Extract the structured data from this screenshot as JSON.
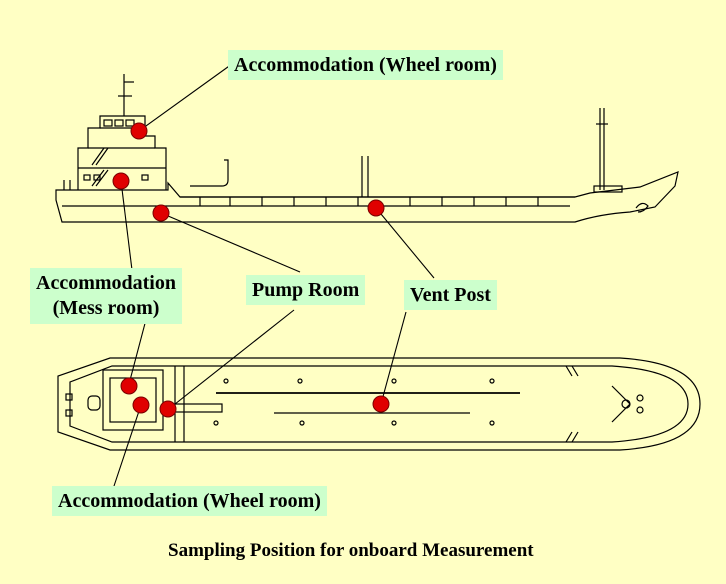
{
  "labels": {
    "wheel_room_top": "Accommodation (Wheel room)",
    "mess_room_line1": "Accommodation",
    "mess_room_line2": "(Mess room)",
    "pump_room": "Pump Room",
    "vent_post": "Vent Post",
    "wheel_room_bottom": "Accommodation (Wheel room)"
  },
  "caption": "Sampling Position for onboard Measurement",
  "colors": {
    "background": "#ffffc4",
    "label_background": "#ccffcc",
    "marker": "#e00000",
    "outline": "#000000"
  }
}
